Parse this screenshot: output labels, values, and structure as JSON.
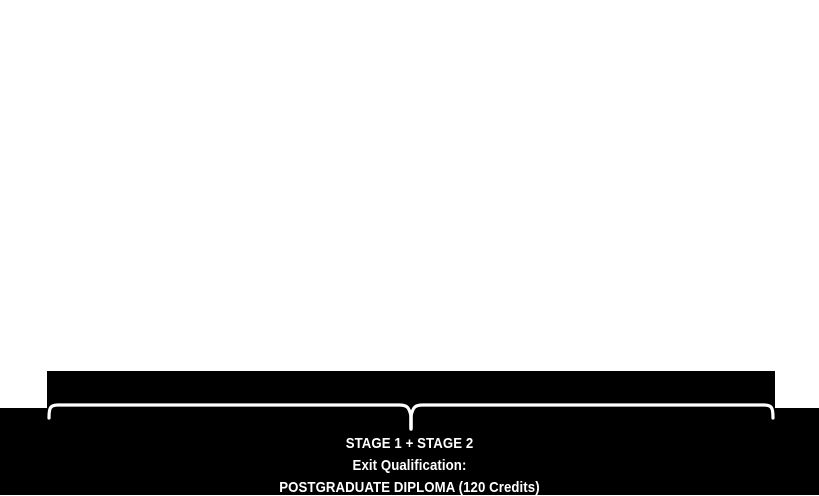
{
  "page": {
    "background_color": "#ffffff",
    "panel_color": "#000000",
    "text_color": "#ffffff"
  },
  "diagram": {
    "brace": {
      "name": "stage-grouping-brace",
      "color": "#ffffff",
      "orientation": "downward-pointing",
      "stem_label": "converges-to-center"
    },
    "caption": {
      "line1": "STAGE 1 + STAGE 2",
      "line2": "Exit Qualification:",
      "line3": "POSTGRADUATE DIPLOMA (120 Credits)"
    }
  }
}
